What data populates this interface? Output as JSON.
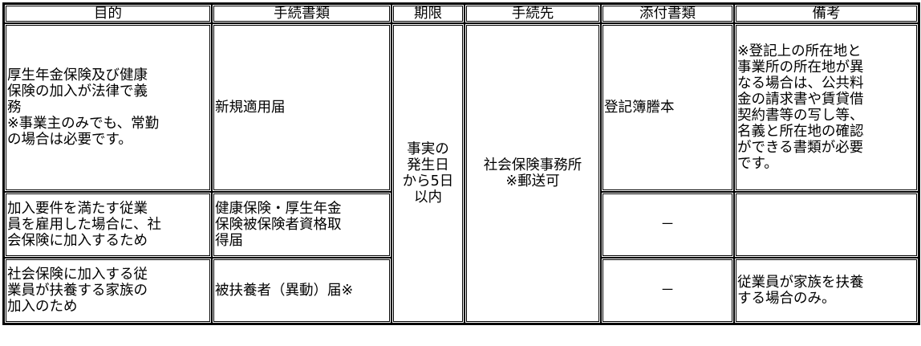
{
  "headers": [
    "目的",
    "手続書類",
    "期限",
    "手続先",
    "添付書類",
    "備考"
  ],
  "rows": [
    {
      "purpose": [
        "厚生年金保険及び健康",
        "保険の加入が法律で義",
        "務",
        "※事業主のみでも、常勤",
        "の場合は必要です。"
      ],
      "document": "新規適用届",
      "attachment": "登記簿謄本",
      "note": [
        "※登記上の所在地と",
        "事業所の所在地が異",
        "なる場合は、公共料",
        "金の請求書や賃貸借",
        "契約書等の写し等、",
        "名義と所在地の確認",
        "ができる書類が必要",
        "です。"
      ]
    },
    {
      "purpose": [
        "加入要件を満たす従業",
        "員を雇用した場合に、社",
        "会保険に加入するため"
      ],
      "document": [
        "健康保険・厚生年金",
        "保険被保険者資格取",
        "得届"
      ],
      "attachment": "－",
      "note": []
    },
    {
      "purpose": [
        "社会保険に加入する従",
        "業員が扶養する家族の",
        "加入のため"
      ],
      "document": "被扶養者（異動）届※",
      "attachment": "－",
      "note": [
        "従業員が家族を扶養",
        "する場合のみ。"
      ]
    }
  ],
  "deadline": [
    "事実の",
    "発生日",
    "から5日",
    "以内"
  ],
  "destination": [
    "社会保険事務所",
    "※郵送可"
  ]
}
